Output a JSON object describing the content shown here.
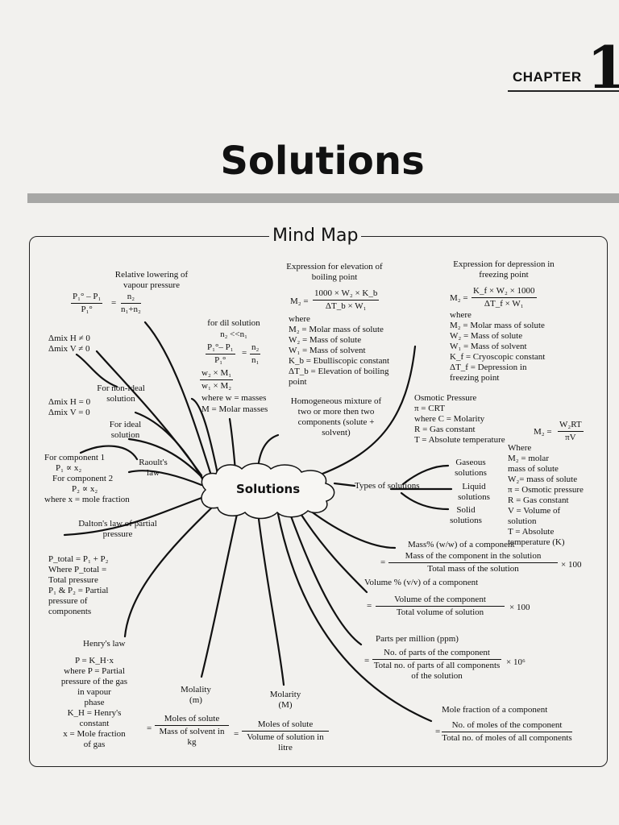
{
  "header": {
    "chapter_label": "CHAPTER",
    "chapter_number": "1",
    "title": "Solutions"
  },
  "mindmap": {
    "title": "Mind Map",
    "center": "Solutions",
    "relative_lowering": {
      "heading": "Relative lowering of vapour pressure",
      "lhs_num": "P₁° – P₁",
      "lhs_den": "P₁°",
      "rhs_num": "n₂",
      "rhs_den": "n₁+n₂"
    },
    "dil_solution": {
      "heading": "for dil solution",
      "cond": "n₂ <<n₁",
      "lhs_num": "P₁°– P₁",
      "lhs_den": "P₁°",
      "rhs_num": "n₂",
      "rhs_den": "n₁",
      "ratio_num": "w₂ × M₁",
      "ratio_den": "w₁ × M₂",
      "note1": "where w = masses",
      "note2": "M = Molar masses"
    },
    "elevation": {
      "heading": "Expression for elevation of boiling point",
      "lhs": "M₂ =",
      "num": "1000 × W₂ × K_b",
      "den": "ΔT_b × W₁",
      "lines": [
        "where",
        "M₂ = Molar mass of solute",
        "W₂ = Mass of solute",
        "W₁ = Mass of solvent",
        "K_b = Ebulliscopic constant",
        "ΔT_b = Elevation of boiling",
        "point"
      ]
    },
    "depression": {
      "heading": "Expression for depression in freezing point",
      "lhs": "M₂ =",
      "num": "K_f × W₂ × 1000",
      "den": "ΔT_f × W₁",
      "lines": [
        "where",
        "M₂ = Molar mass of solute",
        "W₂ = Mass of solute",
        "W₁ = Mass of solvent",
        "K_f = Cryoscopic constant",
        "ΔT_f = Depression in",
        "freezing point"
      ]
    },
    "homogeneous": "Homogeneous mixture of two or more then two components (solute + solvent)",
    "osmotic": {
      "lines": [
        "Osmotic Pressure",
        "π = CRT",
        "where C = Molarity",
        "R = Gas constant",
        "T = Absolute temperature"
      ],
      "lhs": "M₂ =",
      "num": "W₂RT",
      "den": "πV",
      "where": [
        "Where",
        "M₂ = molar",
        "mass of solute",
        "W₂= mass of solute",
        "π = Osmotic pressure",
        "R = Gas constant",
        "V = Volume of",
        "solution",
        "T = Absolute",
        "temperature (K)"
      ]
    },
    "types": {
      "label": "Types of solutions",
      "items": [
        "Gaseous solutions",
        "Liquid solutions",
        "Solid solutions"
      ]
    },
    "non_ideal": {
      "conds": [
        "Δmix H ≠ 0",
        "Δmix V ≠ 0"
      ],
      "label": "For non-ideal solution"
    },
    "ideal": {
      "conds": [
        "Δmix H = 0",
        "Δmix V = 0"
      ],
      "label": "For ideal solution"
    },
    "raoult": {
      "label": "Raoult's law",
      "lines": [
        "For component 1",
        "P₁ ∝ x₂",
        "For component 2",
        "P₂ ∝ x₂",
        "where x = mole fraction"
      ]
    },
    "dalton": {
      "label": "Dalton's law of partial pressure",
      "lines": [
        "P_total = P₁ + P₂",
        "Where P_total =",
        "Total pressure",
        "P₁ & P₂ = Partial",
        "pressure of",
        "components"
      ]
    },
    "henry": {
      "label": "Henry's law",
      "lines": [
        "P = K_H·x",
        "where P = Partial",
        "pressure of the gas",
        "in vapour",
        "phase",
        "K_H = Henry's",
        "constant",
        "x = Mole fraction",
        "of gas"
      ]
    },
    "molality": {
      "label": "Molality (m)",
      "num": "Moles of solute",
      "den": "Mass of solvent in kg"
    },
    "molarity": {
      "label": "Molarity (M)",
      "num": "Moles of solute",
      "den": "Volume of solution in litre"
    },
    "mass_percent": {
      "label": "Mass% (w/w) of a component",
      "num": "Mass of the component in the solution",
      "den": "Total mass of the solution",
      "mult": "× 100"
    },
    "volume_percent": {
      "label": "Volume % (v/v) of a component",
      "num": "Volume of the component",
      "den": "Total volume of solution",
      "mult": "× 100"
    },
    "ppm": {
      "label": "Parts per million (ppm)",
      "num": "No. of parts of the component",
      "den": "Total no. of parts of all components of the solution",
      "mult": "× 10⁶"
    },
    "mole_fraction": {
      "label": "Mole fraction of a component",
      "num": "No. of moles of the component",
      "den": "Total no. of moles of all components"
    }
  }
}
